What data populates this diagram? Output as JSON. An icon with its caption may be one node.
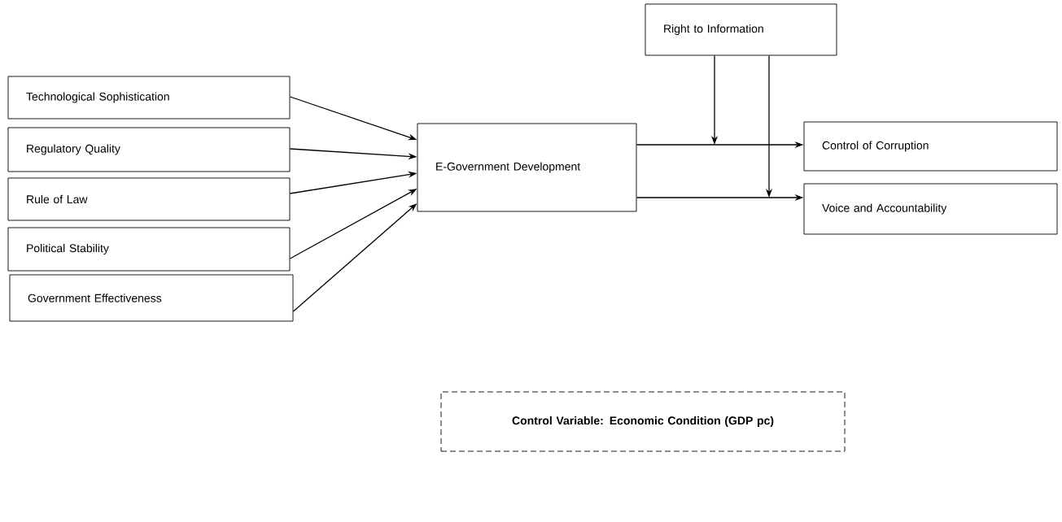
{
  "diagram": {
    "nodes": [
      {
        "text": [
          "Technological Sophistication"
        ]
      },
      {
        "text": [
          "Regulatory Quality"
        ]
      },
      {
        "text": [
          "Rule of Law"
        ]
      },
      {
        "text": [
          "Political Stability"
        ]
      },
      {
        "text": [
          "Government Effectiveness"
        ]
      },
      {
        "text": [
          "E-Government Development"
        ]
      },
      {
        "text": [
          "Right to Information"
        ]
      },
      {
        "text": [
          "Control of Corruption"
        ]
      },
      {
        "text": [
          "Voice and Accountability"
        ]
      },
      {
        "text": [
          "Control Variable: Economic Condition (GDP pc)"
        ]
      }
    ],
    "edges": [
      {
        "from": 0,
        "to": 5,
        "arrow": "to"
      },
      {
        "from": 1,
        "to": 5,
        "arrow": "to"
      },
      {
        "from": 2,
        "to": 5,
        "arrow": "to"
      },
      {
        "from": 3,
        "to": 5,
        "arrow": "to"
      },
      {
        "from": 4,
        "to": 5,
        "arrow": "to"
      },
      {
        "from": 5,
        "to": 7,
        "arrow": "to"
      },
      {
        "from": 5,
        "to": 8,
        "arrow": "to"
      },
      {
        "from": 6,
        "to": null,
        "arrow": "to"
      },
      {
        "from": 6,
        "to": null,
        "arrow": "to"
      }
    ]
  }
}
